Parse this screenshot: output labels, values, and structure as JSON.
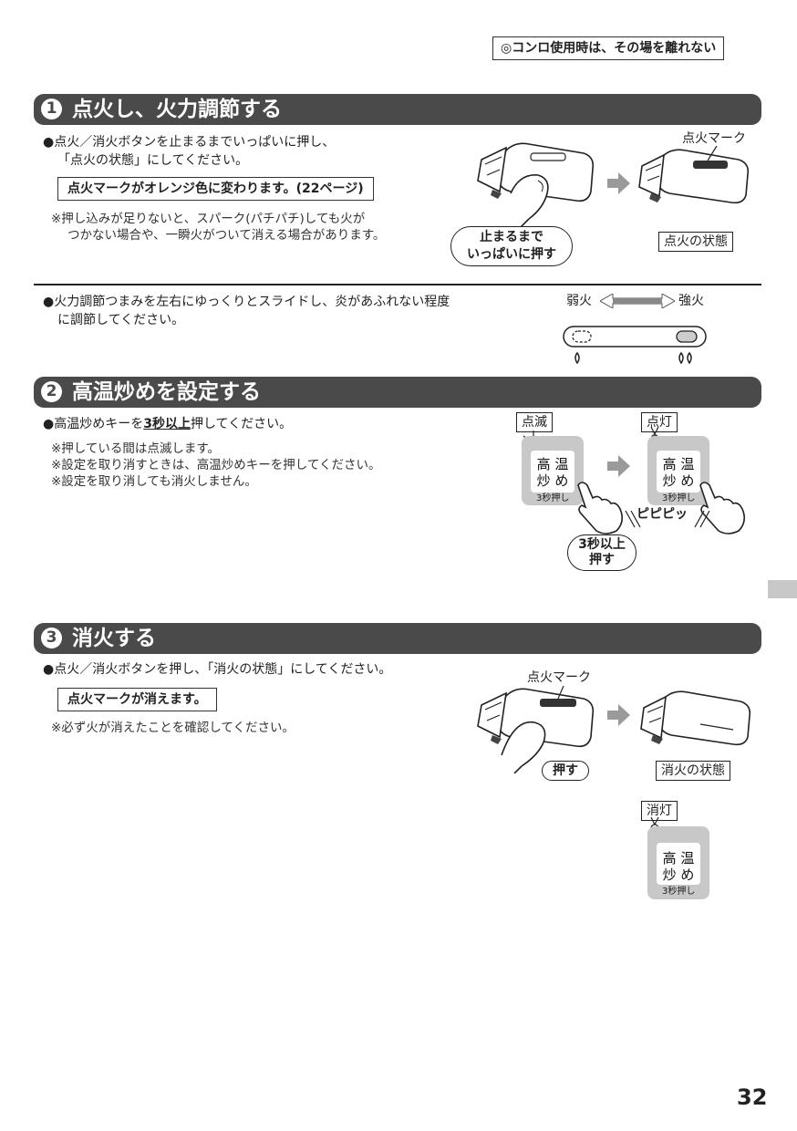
{
  "header_note": "◎コンロ使用時は、その場を離れない",
  "section1": {
    "number": "1",
    "title": "点火し、火力調節する",
    "bullet_line1": "●点火／消火ボタンを止まるまでいっぱいに押し、",
    "bullet_line2": "「点火の状態」にしてください。",
    "boxed_note": "点火マークがオレンジ色に変わります。(22ページ)",
    "note_line1": "※押し込みが足りないと、スパーク(パチパチ)しても火が",
    "note_line2": "つかない場合や、一瞬火がついて消える場合があります。",
    "bubble_line1": "止まるまで",
    "bubble_line2": "いっぱいに押す",
    "mark_label": "点火マーク",
    "state_label": "点火の状態",
    "adjust_line1": "●火力調節つまみを左右にゆっくりとスライドし、炎があふれない程度",
    "adjust_line2": "に調節してください。",
    "weak": "弱火",
    "strong": "強火"
  },
  "section2": {
    "number": "2",
    "title": "高温炒めを設定する",
    "bullet_pre": "●高温炒めキーを",
    "bullet_em": "3秒以上",
    "bullet_post": "押してください。",
    "note1": "※押している間は点滅します。",
    "note2": "※設定を取り消すときは、高温炒めキーを押してください。",
    "note3": "※設定を取り消しても消火しません。",
    "tag_blink": "点滅",
    "tag_lit": "点灯",
    "key_line1": "高 温",
    "key_line2": "炒 め",
    "key_sub": "3秒押し",
    "beep": "ピピピッ",
    "bubble_line1": "3秒以上",
    "bubble_line2": "押す"
  },
  "section3": {
    "number": "3",
    "title": "消火する",
    "bullet": "●点火／消火ボタンを押し、「消火の状態」にしてください。",
    "boxed_note": "点火マークが消えます。",
    "note": "※必ず火が消えたことを確認してください。",
    "mark_label": "点火マーク",
    "bubble": "押す",
    "state_label": "消火の状態",
    "tag_off": "消灯",
    "key_line1": "高 温",
    "key_line2": "炒 め",
    "key_sub": "3秒押し"
  },
  "page_number": "32"
}
